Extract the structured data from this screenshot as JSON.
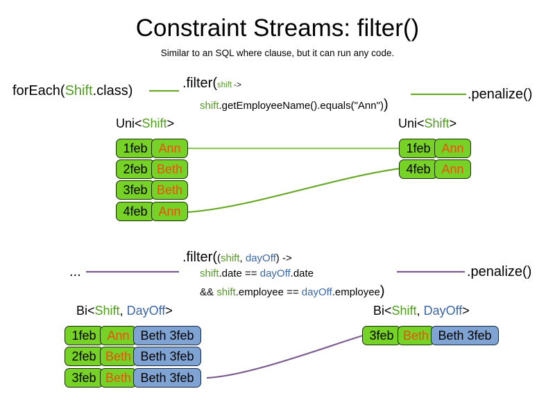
{
  "slide": {
    "title": "Constraint Streams: filter()",
    "subtitle": "Similar to an SQL where clause, but it can run any code."
  },
  "colors": {
    "green_fill": "#77d228",
    "green_border": "#182b06",
    "blue_fill": "#7fa3d2",
    "blue_border": "#15263f",
    "green_text": "#4f9b1e",
    "blue_text": "#3a66a8",
    "orange_text": "#e8520c",
    "green_wire": "#6aa828",
    "purple_wire": "#7c5b8f",
    "background": "#ffffff"
  },
  "row1": {
    "source": {
      "prefix": "forEach(",
      "type": "Shift",
      "suffix": ".class)"
    },
    "filter": {
      "line1_head": ".filter(",
      "line1_param": "shift",
      "line1_tail": " ->",
      "line2_var": "shift",
      "line2_body": ".getEmployeeName().equals(\"Ann\")",
      "line2_close": ")"
    },
    "sink": ".penalize()",
    "input": {
      "header_prefix": "Uni<",
      "header_type": "Shift",
      "header_suffix": ">",
      "rows": [
        {
          "date": "1feb",
          "name": "Ann"
        },
        {
          "date": "2feb",
          "name": "Beth"
        },
        {
          "date": "3feb",
          "name": "Beth"
        },
        {
          "date": "4feb",
          "name": "Ann"
        }
      ]
    },
    "output": {
      "header_prefix": "Uni<",
      "header_type": "Shift",
      "header_suffix": ">",
      "rows": [
        {
          "date": "1feb",
          "name": "Ann"
        },
        {
          "date": "4feb",
          "name": "Ann"
        }
      ]
    }
  },
  "row2": {
    "source": "...",
    "filter": {
      "line1_head": ".filter(",
      "line1_open": "(",
      "line1_param1": "shift",
      "line1_comma": ", ",
      "line1_param2": "dayOff",
      "line1_close": ") ->",
      "line2_var1": "shift",
      "line2_mid": ".date == ",
      "line2_var2": "dayOff",
      "line2_tail": ".date",
      "line3_and": "&& ",
      "line3_var1": "shift",
      "line3_mid": ".employee == ",
      "line3_var2": "dayOff",
      "line3_tail": ".employee",
      "line3_close": ")"
    },
    "sink": ".penalize()",
    "input": {
      "header_prefix": "Bi<",
      "header_type1": "Shift",
      "header_comma": ", ",
      "header_type2": "DayOff",
      "header_suffix": ">",
      "rows": [
        {
          "date": "1feb",
          "name": "Ann",
          "pair": "Beth 3feb"
        },
        {
          "date": "2feb",
          "name": "Beth",
          "pair": "Beth 3feb"
        },
        {
          "date": "3feb",
          "name": "Beth",
          "pair": "Beth 3feb"
        }
      ]
    },
    "output": {
      "header_prefix": "Bi<",
      "header_type1": "Shift",
      "header_comma": ", ",
      "header_type2": "DayOff",
      "header_suffix": ">",
      "rows": [
        {
          "date": "3feb",
          "name": "Beth",
          "pair": "Beth 3feb"
        }
      ]
    }
  }
}
